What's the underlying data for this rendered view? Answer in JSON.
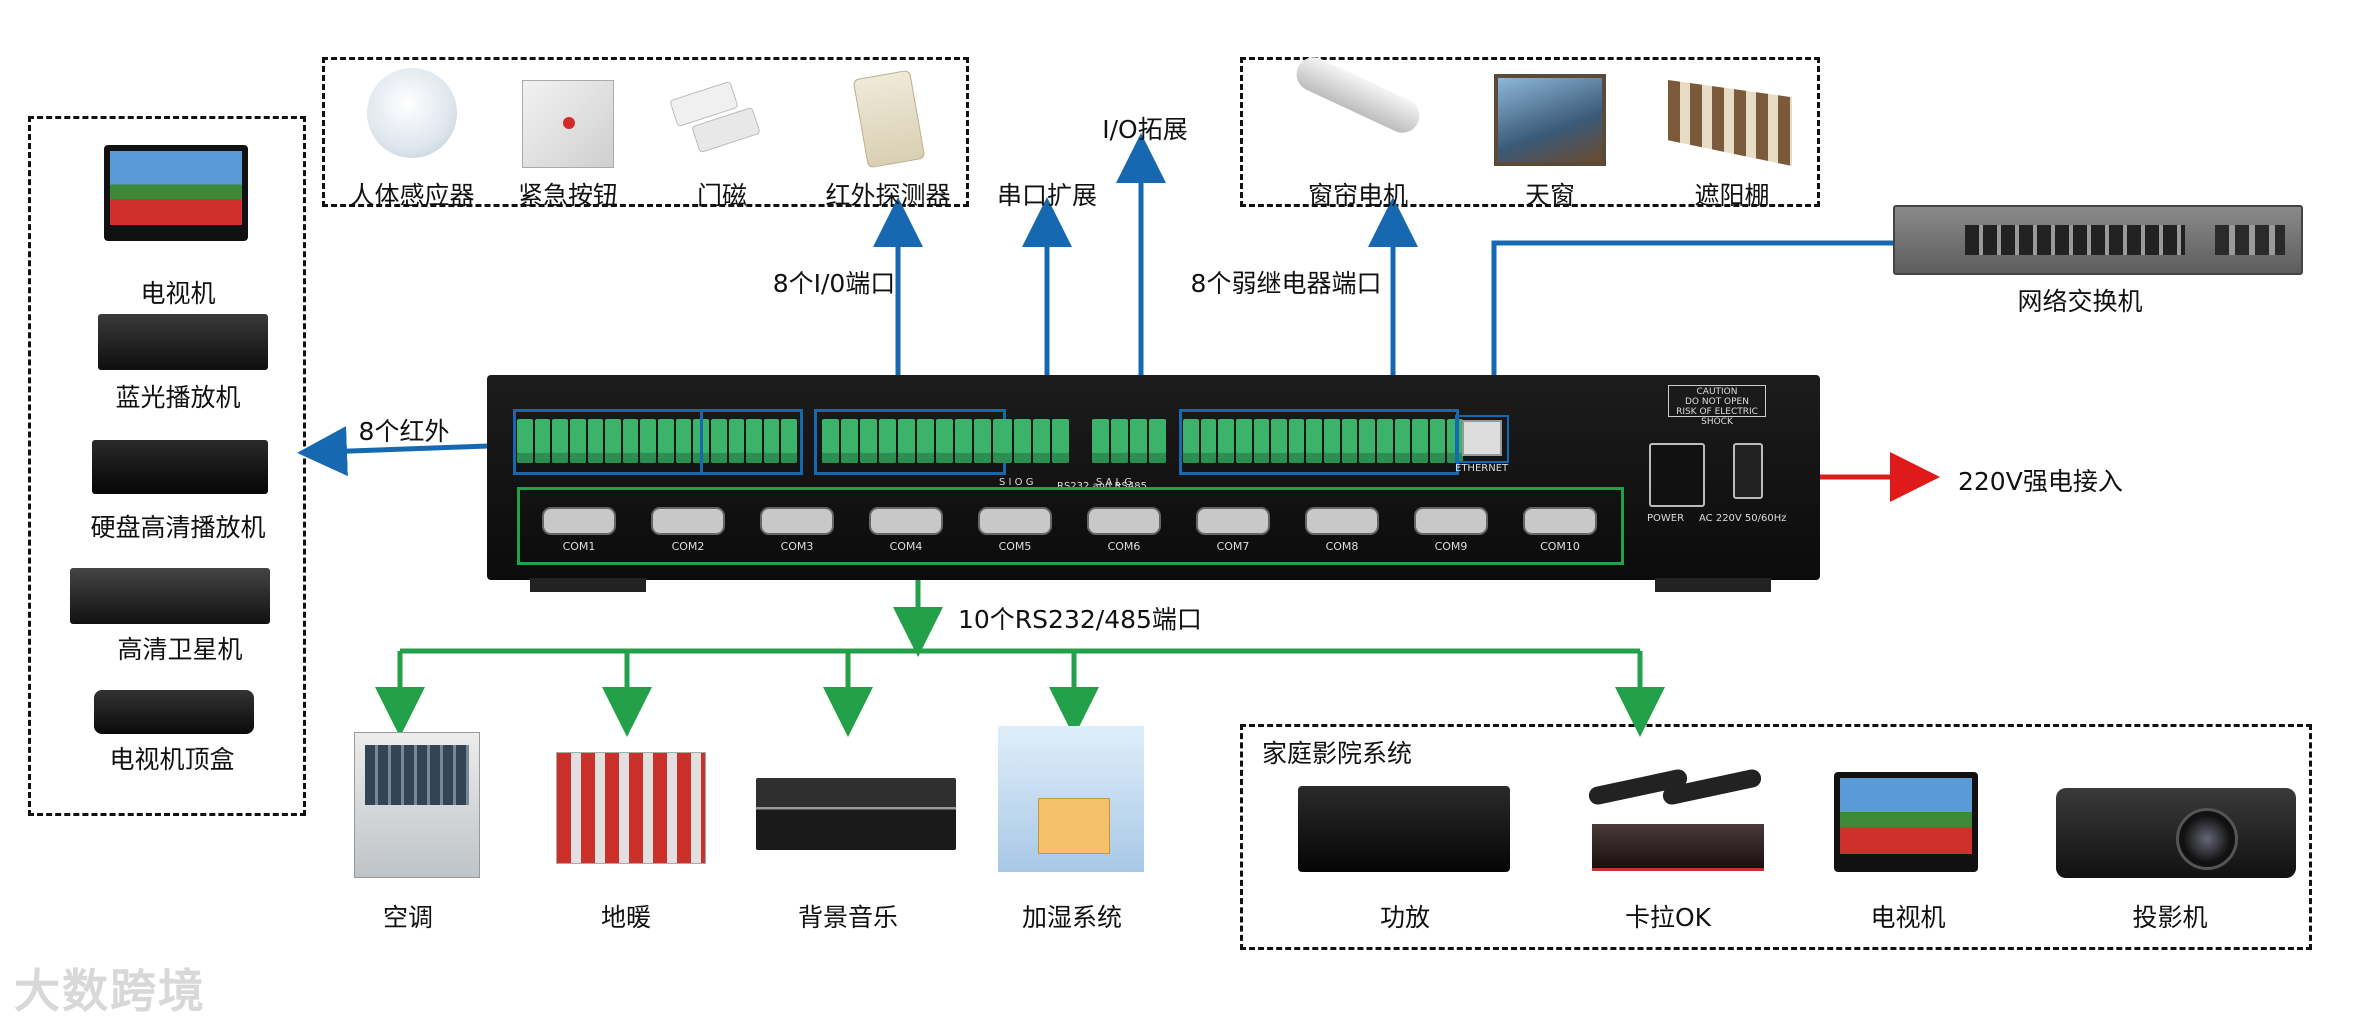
{
  "top_left_group": [
    "人体感应器",
    "紧急按钮",
    "门磁",
    "红外探测器"
  ],
  "top_right_group": [
    "窗帘电机",
    "天窗",
    "遮阳棚"
  ],
  "left_group": [
    "电视机",
    "蓝光播放机",
    "硬盘高清播放机",
    "高清卫星机",
    "电视机顶盒"
  ],
  "bottom_group": [
    "空调",
    "地暖",
    "背景音乐",
    "加湿系统"
  ],
  "home_theater": {
    "title": "家庭影院系统",
    "items": [
      "功放",
      "卡拉OK",
      "电视机",
      "投影机"
    ]
  },
  "network_switch": "网络交换机",
  "connections": {
    "io": "8个I/0端口",
    "serial": "串口扩展",
    "io_expand": "I/O拓展",
    "relay": "8个弱继电器端口",
    "ir": "8个红外",
    "rs": "10个RS232/485端口",
    "power": "220V强电接入"
  },
  "panel": {
    "com_ports": [
      "COM1",
      "COM2",
      "COM3",
      "COM4",
      "COM5",
      "COM6",
      "COM7",
      "COM8",
      "COM9",
      "COM10"
    ],
    "rs_header": "RS232 and RS485",
    "ethernet": "ETHERNET",
    "power": "POWER",
    "ac": "AC 220V 50/60Hz",
    "caution": [
      "CAUTION",
      "DO NOT OPEN",
      "RISK OF ELECTRIC SHOCK"
    ],
    "gio": "S I O G",
    "salg": "S A L G"
  },
  "watermark": "大数跨境",
  "colors": {
    "blue": "#1668b0",
    "green": "#22a14a",
    "red": "#e01a1a"
  }
}
